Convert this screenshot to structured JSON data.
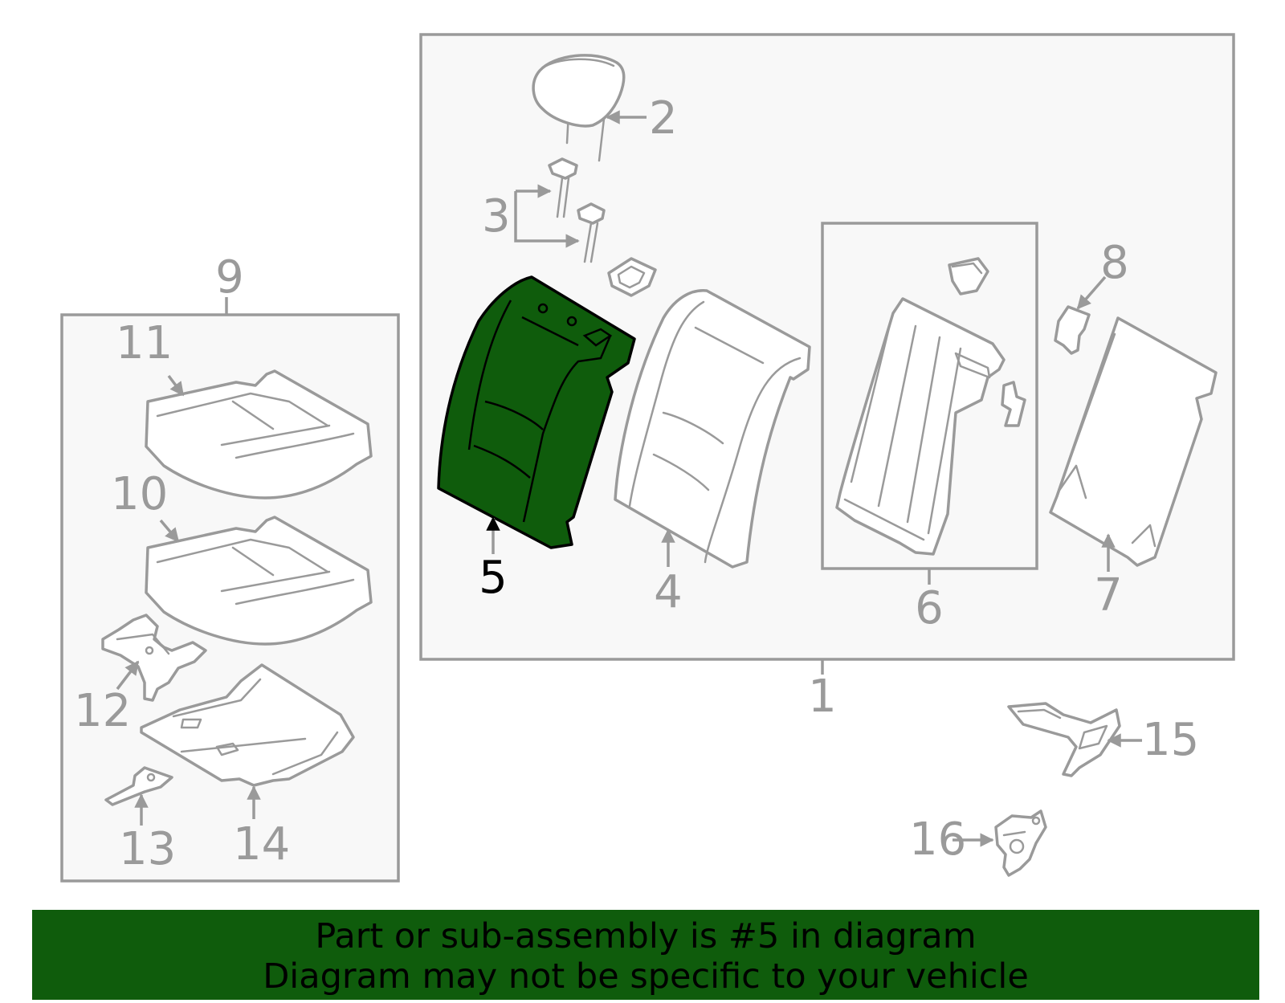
{
  "diagram": {
    "highlight_color": "#0f5c0c",
    "line_color": "#9a9a9a",
    "highlighted_part": "5",
    "callouts": {
      "c1": "1",
      "c2": "2",
      "c3": "3",
      "c4": "4",
      "c5": "5",
      "c6": "6",
      "c7": "7",
      "c8": "8",
      "c9": "9",
      "c10": "10",
      "c11": "11",
      "c12": "12",
      "c13": "13",
      "c14": "14",
      "c15": "15",
      "c16": "16"
    }
  },
  "banner": {
    "line1": "Part or sub-assembly is #5 in diagram",
    "line2": "Diagram may not be specific to your vehicle"
  }
}
